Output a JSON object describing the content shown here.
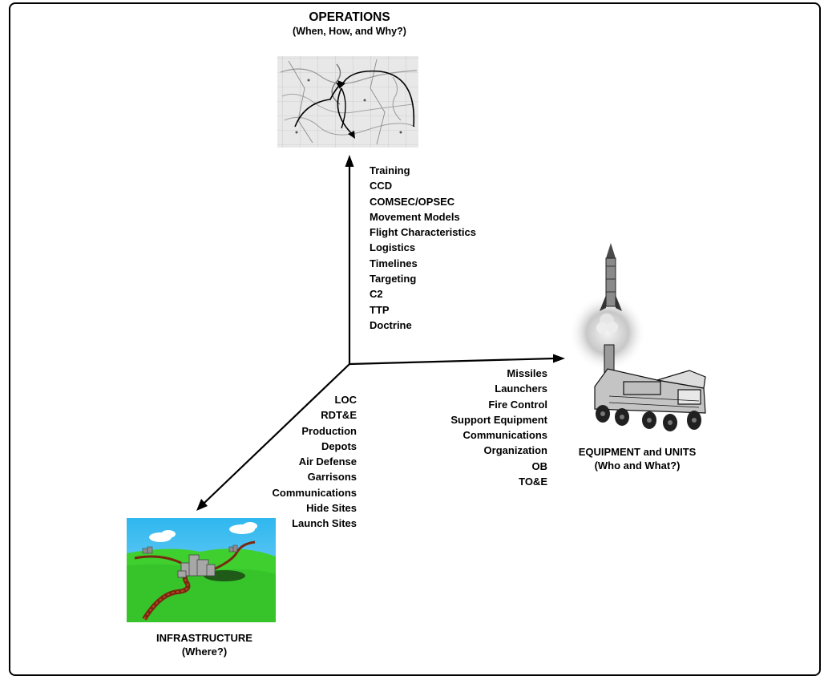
{
  "operations": {
    "title": "OPERATIONS",
    "subtitle": "(When, How, and Why?)",
    "items": [
      "Training",
      "CCD",
      "COMSEC/OPSEC",
      "Movement Models",
      "Flight Characteristics",
      "Logistics",
      "Timelines",
      "Targeting",
      "C2",
      "TTP",
      "Doctrine"
    ]
  },
  "equipment": {
    "title": "EQUIPMENT and UNITS",
    "subtitle": "(Who and What?)",
    "items": [
      "Missiles",
      "Launchers",
      "Fire Control",
      "Support Equipment",
      "Communications",
      "Organization",
      "OB",
      "TO&E"
    ]
  },
  "infrastructure": {
    "title": "INFRASTRUCTURE",
    "subtitle": "(Where?)",
    "items": [
      "LOC",
      "RDT&E",
      "Production",
      "Depots",
      "Air Defense",
      "Garrisons",
      "Communications",
      "Hide Sites",
      "Launch Sites"
    ]
  }
}
